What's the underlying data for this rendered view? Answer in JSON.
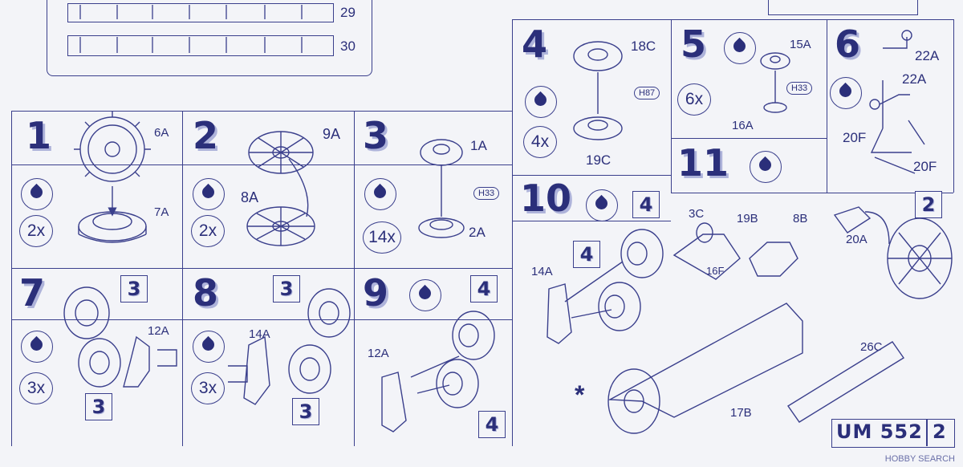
{
  "rails": {
    "row1": "29",
    "row2": "30"
  },
  "steps": [
    {
      "num": "1",
      "parts": [
        "6A",
        "7A"
      ],
      "qty": "2x"
    },
    {
      "num": "2",
      "parts": [
        "9A",
        "8A"
      ],
      "qty": "2x"
    },
    {
      "num": "3",
      "parts": [
        "1A",
        "2A"
      ],
      "qty": "14x",
      "hold": "H33"
    },
    {
      "num": "4",
      "parts": [
        "18C",
        "19C"
      ],
      "qty": "4x",
      "hold": "H87"
    },
    {
      "num": "5",
      "parts": [
        "15A",
        "16A"
      ],
      "qty": "6x",
      "hold": "H33"
    },
    {
      "num": "6",
      "parts": [
        "22A",
        "22A",
        "20F",
        "20F"
      ]
    },
    {
      "num": "7",
      "parts": [
        "12A"
      ],
      "qty": "3x",
      "ref": "3"
    },
    {
      "num": "8",
      "parts": [
        "14A"
      ],
      "qty": "3x",
      "ref": "3"
    },
    {
      "num": "9",
      "parts": [
        "12A"
      ],
      "ref": "4"
    },
    {
      "num": "10",
      "parts": [
        "14A"
      ],
      "ref": "4"
    },
    {
      "num": "11",
      "parts": [
        "3C",
        "19B",
        "8B",
        "20A",
        "16F",
        "26C",
        "17B"
      ],
      "ref": "2"
    }
  ],
  "footer": {
    "code": "UM 552",
    "page": "2",
    "mark": "*"
  },
  "watermark": "HOBBY SEARCH",
  "colors": {
    "ink": "#2b2f7a",
    "paper": "#f3f4f8",
    "shadow": "#aeb3da"
  }
}
